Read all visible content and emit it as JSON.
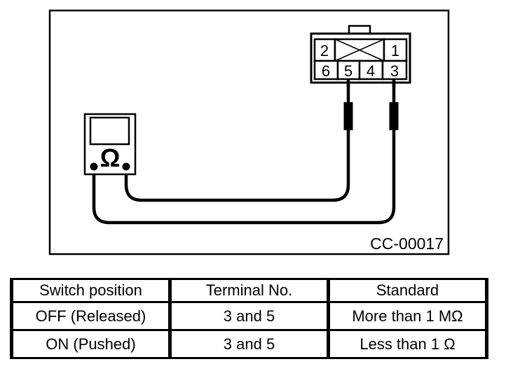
{
  "figure": {
    "code_label": "CC-00017",
    "connector": {
      "top_row_cells": [
        "2",
        "1"
      ],
      "bottom_row_cells": [
        "6",
        "5",
        "4",
        "3"
      ],
      "probed_terminals": [
        "5",
        "3"
      ]
    },
    "meter": {
      "ohm_symbol": "Ω"
    }
  },
  "table": {
    "headers": [
      "Switch position",
      "Terminal No.",
      "Standard"
    ],
    "rows": [
      [
        "OFF (Released)",
        "3 and 5",
        "More than 1 MΩ"
      ],
      [
        "ON (Pushed)",
        "3 and 5",
        "Less than 1 Ω"
      ]
    ]
  },
  "colors": {
    "ink": "#000000",
    "paper": "#ffffff"
  }
}
